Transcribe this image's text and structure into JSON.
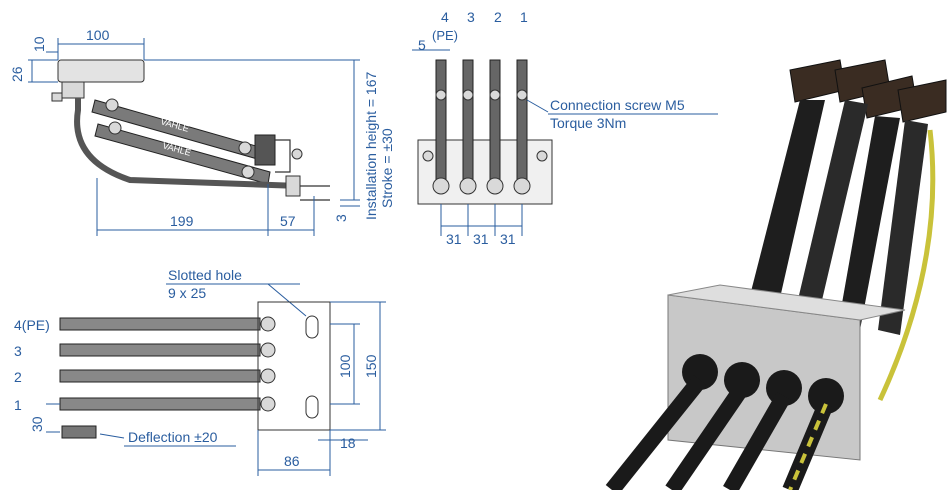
{
  "side_view": {
    "dim_width_top": "100",
    "dim_offset": "10",
    "dim_height": "26",
    "dim_length": "199",
    "dim_arm": "57",
    "dim_gap": "3",
    "installation_height": "Installation height = 167",
    "stroke": "Stroke     = ±30",
    "brand_text": "VAHLE"
  },
  "front_view": {
    "poles": [
      "4",
      "3",
      "2",
      "1"
    ],
    "pe_label": "(PE)",
    "dim_pe": "5",
    "connection_screw": "Connection screw M5",
    "torque": "Torque 3Nm",
    "spacing": [
      "31",
      "31",
      "31"
    ]
  },
  "top_view": {
    "slotted_hole_label": "Slotted hole",
    "slotted_hole_size": "9 x 25",
    "rows": [
      "4(PE)",
      "3",
      "2",
      "1"
    ],
    "dim_100": "100",
    "dim_150": "150",
    "dim_30": "30",
    "deflection": "Deflection ±20",
    "dim_18": "18",
    "dim_86": "86"
  },
  "photo": {
    "caption": ""
  }
}
